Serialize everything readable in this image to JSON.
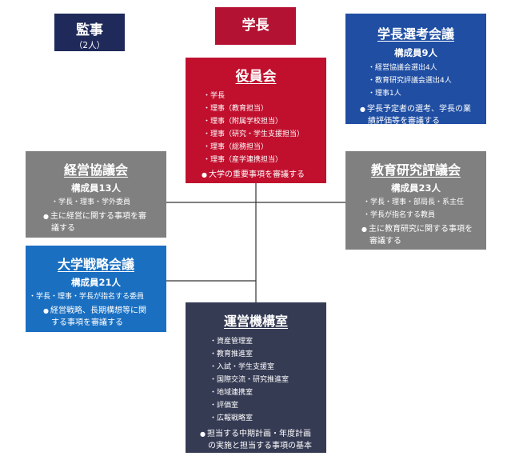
{
  "kanji": {
    "title": "監事",
    "sub": "（2人）"
  },
  "gakucho": {
    "title": "学長"
  },
  "senko": {
    "title": "学長選考会議",
    "count": "構成員9人",
    "items": [
      "経営協議会選出4人",
      "教育研究評議会選出4人",
      "理事1人"
    ],
    "note": "学長予定者の選考、学長の業績評価等を審議する"
  },
  "yakuin": {
    "title": "役員会",
    "items": [
      "学長",
      "理事（教育担当）",
      "理事（附属学校担当）",
      "理事（研究・学生支援担当）",
      "理事（総務担当）",
      "理事（産学連携担当）"
    ],
    "note": "大学の重要事項を審議する"
  },
  "keiei": {
    "title": "経営協議会",
    "count": "構成員13人",
    "items": [
      "学長・理事・学外委員"
    ],
    "note": "主に経営に関する事項を審議する"
  },
  "kyoiku": {
    "title": "教育研究評議会",
    "count": "構成員23人",
    "items": [
      "学長・理事・部局長・系主任",
      "学長が指名する教員"
    ],
    "note": "主に教育研究に関する事項を審議する"
  },
  "senryaku": {
    "title": "大学戦略会議",
    "count": "構成員21人",
    "items": [
      "学長・理事・学長が指名する委員"
    ],
    "note": "経営戦略、長期構想等に関する事項を審議する"
  },
  "unei": {
    "title": "運営機構室",
    "items": [
      "資産管理室",
      "教育推進室",
      "入試・学生支援室",
      "国際交流・研究推進室",
      "地域連携室",
      "評価室",
      "広報戦略室"
    ],
    "note": "担当する中期計画・年度計画の実施と担当する事項の基本方針に関する企画立案等を行う"
  }
}
